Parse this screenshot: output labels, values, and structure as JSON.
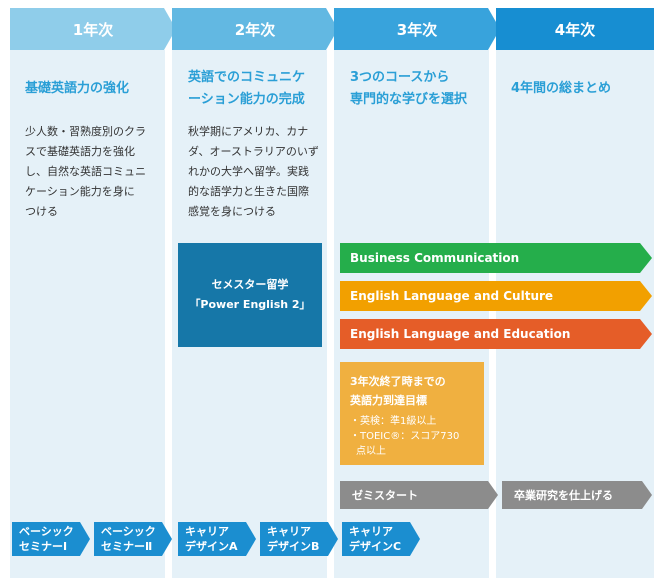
{
  "years": [
    {
      "label": "1年次",
      "color": "#8fcdea"
    },
    {
      "label": "2年次",
      "color": "#62b8e2"
    },
    {
      "label": "3年次",
      "color": "#38a3dc"
    },
    {
      "label": "4年次",
      "color": "#178ed2"
    }
  ],
  "columns": [
    {
      "heading": [
        "基礎英語力の強化"
      ],
      "desc": [
        "少人数・習熟度別のクラ",
        "スで基礎英語力を強化",
        "し、自然な英語コミュニ",
        "ケーション能力を身に",
        "つける"
      ]
    },
    {
      "heading": [
        "英語でのコミュニケ",
        "ーション能力の完成"
      ],
      "desc": [
        "秋学期にアメリカ、カナ",
        "ダ、オーストラリアのいず",
        "れかの大学へ留学。実践",
        "的な語学力と生きた国際",
        "感覚を身につける"
      ]
    },
    {
      "heading": [
        "3つのコースから",
        "専門的な学びを選択"
      ],
      "desc": []
    },
    {
      "heading": [
        "4年間の総まとめ"
      ],
      "desc": []
    }
  ],
  "study_abroad": {
    "line1": "セメスター留学",
    "line2": "「Power English 2」"
  },
  "courses": [
    {
      "label": "Business Communication",
      "color": "#25ae4b"
    },
    {
      "label": "English Language and Culture",
      "color": "#f2a000"
    },
    {
      "label": "English Language and Education",
      "color": "#e55d28"
    }
  ],
  "goal": {
    "title_line1": "3年次終了時までの",
    "title_line2": "英語力到達目標",
    "item1": "・英検：準1級以上",
    "item2_line1": "・TOEIC®：スコア730",
    "item2_line2": "点以上"
  },
  "seminar_start": "ゼミスタート",
  "graduation": "卒業研究を仕上げる",
  "seminars": [
    {
      "line1": "ベーシック",
      "line2": "セミナーⅠ"
    },
    {
      "line1": "ベーシック",
      "line2": "セミナーⅡ"
    },
    {
      "line1": "キャリア",
      "line2": "デザインA"
    },
    {
      "line1": "キャリア",
      "line2": "デザインB"
    },
    {
      "line1": "キャリア",
      "line2": "デザインC"
    }
  ]
}
